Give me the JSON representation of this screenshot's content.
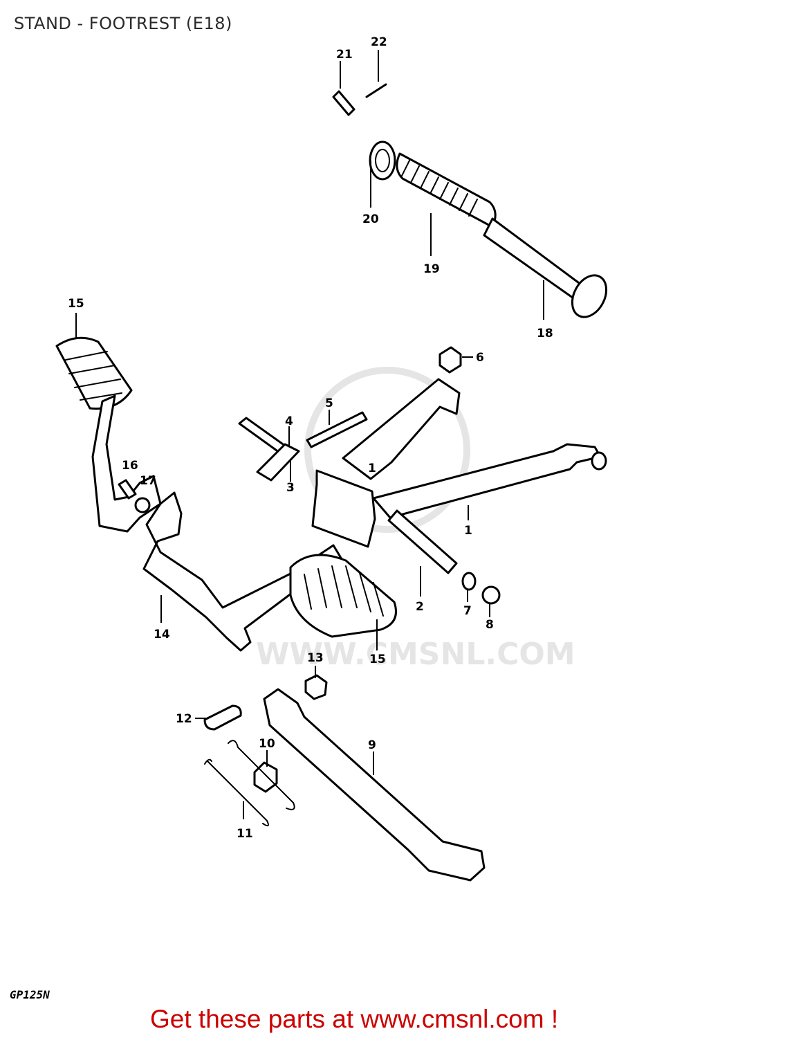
{
  "title": "STAND - FOOTREST (E18)",
  "model_code": "GP125N",
  "cta_text": "Get these parts at www.cmsnl.com !",
  "watermark_text": "WWW.CMSNL.COM",
  "colors": {
    "cta": "#cc0000",
    "ink": "#000000",
    "watermark": "#d4d4d4"
  },
  "parts": {
    "p1": "1",
    "p1b": "1",
    "p2": "2",
    "p3": "3",
    "p4": "4",
    "p5": "5",
    "p6": "6",
    "p7": "7",
    "p8": "8",
    "p9": "9",
    "p10": "10",
    "p11": "11",
    "p12": "12",
    "p13": "13",
    "p14": "14",
    "p15a": "15",
    "p15b": "15",
    "p16": "16",
    "p17": "17",
    "p18": "18",
    "p19": "19",
    "p20": "20",
    "p21": "21",
    "p22": "22"
  }
}
